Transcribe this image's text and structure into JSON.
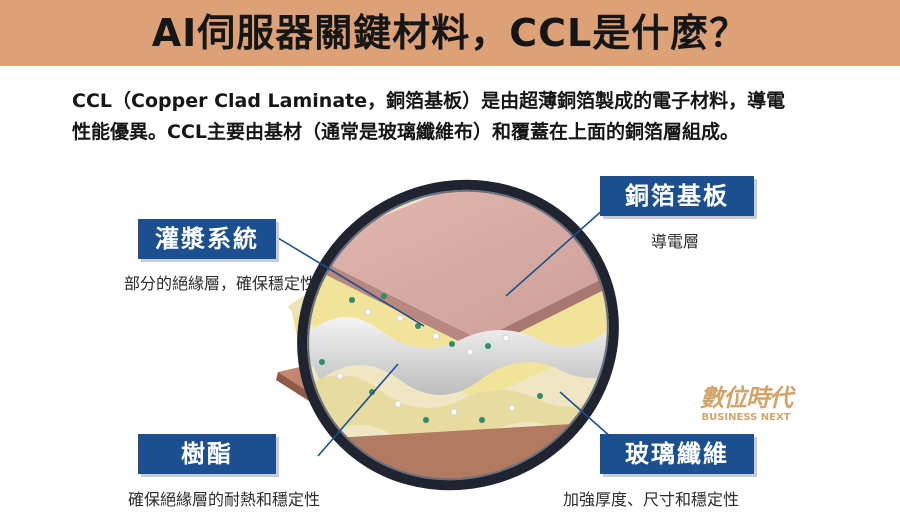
{
  "header": {
    "title": "AI伺服器關鍵材料，CCL是什麼？"
  },
  "intro": {
    "line1": "CCL（Copper Clad Laminate，銅箔基板）是由超薄銅箔製成的電子材料，導電",
    "line2": "性能優異。CCL主要由基材（通常是玻璃纖維布）和覆蓋在上面的銅箔層組成。"
  },
  "labels": {
    "copper": {
      "title": "銅箔基板",
      "desc": "導電層"
    },
    "grout": {
      "title": "灌漿系統",
      "desc": "部分的絕緣層，確保穩定性"
    },
    "resin": {
      "title": "樹酯",
      "desc": "確保絕緣層的耐熱和穩定性"
    },
    "glass": {
      "title": "玻璃纖維",
      "desc": "加強厚度、尺寸和穩定性"
    }
  },
  "brand": {
    "logo": "數位時代",
    "sub": "BUSINESS NEXT"
  },
  "colors": {
    "header": "#dca177",
    "label_box": "#1b4f8f",
    "copper_top": "#d9aaa3",
    "resin_yellow": "#f2e39a",
    "magnifier_ring": "#1f2430",
    "brand": "#d2a46a"
  }
}
